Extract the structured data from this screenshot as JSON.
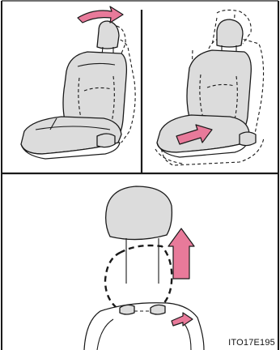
{
  "figure": {
    "code_label": "ITO17E195",
    "colors": {
      "outline": "#1a1a1a",
      "seat_fill": "#dcdcdc",
      "arrow_fill": "#e87a9a",
      "background": "#ffffff"
    },
    "panels": [
      {
        "name": "seat-tilt-forward",
        "icon": "headrest-tilt-arrow"
      },
      {
        "name": "seat-slide-forward",
        "icon": "slide-arrow"
      },
      {
        "name": "headrest-removal",
        "icon": "up-arrow"
      }
    ]
  }
}
